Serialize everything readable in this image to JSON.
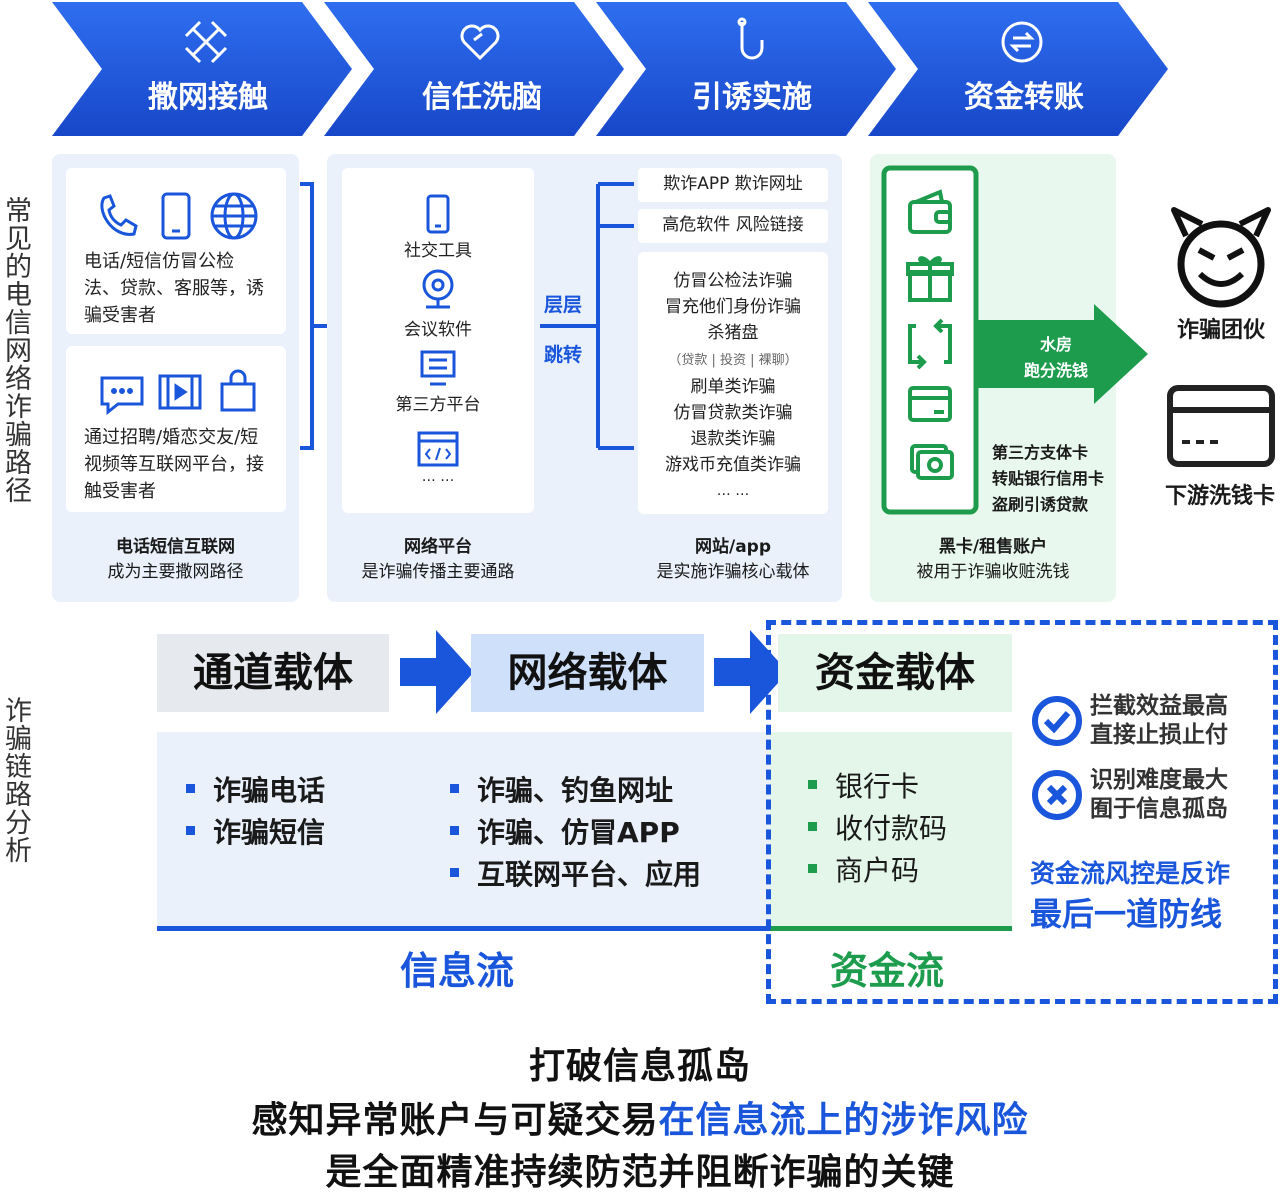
{
  "stages": [
    {
      "label": "撒网接触",
      "icon": "net-icon"
    },
    {
      "label": "信任洗脑",
      "icon": "heart-icon"
    },
    {
      "label": "引诱实施",
      "icon": "hook-icon"
    },
    {
      "label": "资金转账",
      "icon": "exchange-icon"
    }
  ],
  "side_labels": {
    "top": "常见的电信网络诈骗路径",
    "bottom": "诈骗链路分析"
  },
  "col1": {
    "card1_text": "电话/短信仿冒公检法、贷款、客服等，诱骗受害者",
    "card2_text": "通过招聘/婚恋交友/短视频等互联网平台，接触受害者",
    "caption_title": "电话短信互联网",
    "caption_sub": "成为主要撒网路径"
  },
  "col2": {
    "items": [
      "社交工具",
      "会议软件",
      "第三方平台"
    ],
    "more": "… …",
    "caption_title": "网络平台",
    "caption_sub": "是诈骗传播主要通路",
    "jump_line1": "层层",
    "jump_line2": "跳转"
  },
  "col3": {
    "tag1": "欺诈APP 欺诈网址",
    "tag2": "高危软件 风险链接",
    "list": [
      "仿冒公检法诈骗",
      "冒充他们身份诈骗",
      "杀猪盘"
    ],
    "list_sub": "（贷款 | 投资 | 裸聊）",
    "list2": [
      "刷单类诈骗",
      "仿冒贷款类诈骗",
      "退款类诈骗",
      "游戏币充值类诈骗"
    ],
    "more": "… …",
    "caption_title": "网站/app",
    "caption_sub": "是实施诈骗核心载体"
  },
  "col4": {
    "arrow_line1": "水房",
    "arrow_line2": "跑分洗钱",
    "notes": [
      "第三方支体卡",
      "转贴银行信用卡",
      "盗刷引诱贷款"
    ],
    "caption_title": "黑卡/租售账户",
    "caption_sub": "被用于诈骗收赃洗钱"
  },
  "right": {
    "gang_label": "诈骗团伙",
    "card_label": "下游洗钱卡"
  },
  "carriers": {
    "channel": "通道载体",
    "network": "网络载体",
    "fund": "资金载体"
  },
  "bullets": {
    "channel": [
      "诈骗电话",
      "诈骗短信"
    ],
    "network": [
      "诈骗、钓鱼网址",
      "诈骗、仿冒APP",
      "互联网平台、应用"
    ],
    "fund": [
      "银行卡",
      "收付款码",
      "商户码"
    ]
  },
  "flows": {
    "info": "信息流",
    "fund": "资金流"
  },
  "side_points": {
    "p1_line1": "拦截效益最高",
    "p1_line2": "直接止损止付",
    "p2_line1": "识别难度最大",
    "p2_line2": "囿于信息孤岛",
    "final_line1": "资金流风控是反诈",
    "final_line2": "最后一道防线"
  },
  "bottom": {
    "line1": "打破信息孤岛",
    "line2_prefix": "感知异常账户与可疑交易",
    "line2_highlight": "在信息流上的涉诈风险",
    "line3": "是全面精准持续防范并阻断诈骗的关键"
  },
  "colors": {
    "blue": "#1a56db",
    "green": "#1e9c4e",
    "panel_blue": "#eaf1fb",
    "panel_green": "#e8f8ee"
  }
}
